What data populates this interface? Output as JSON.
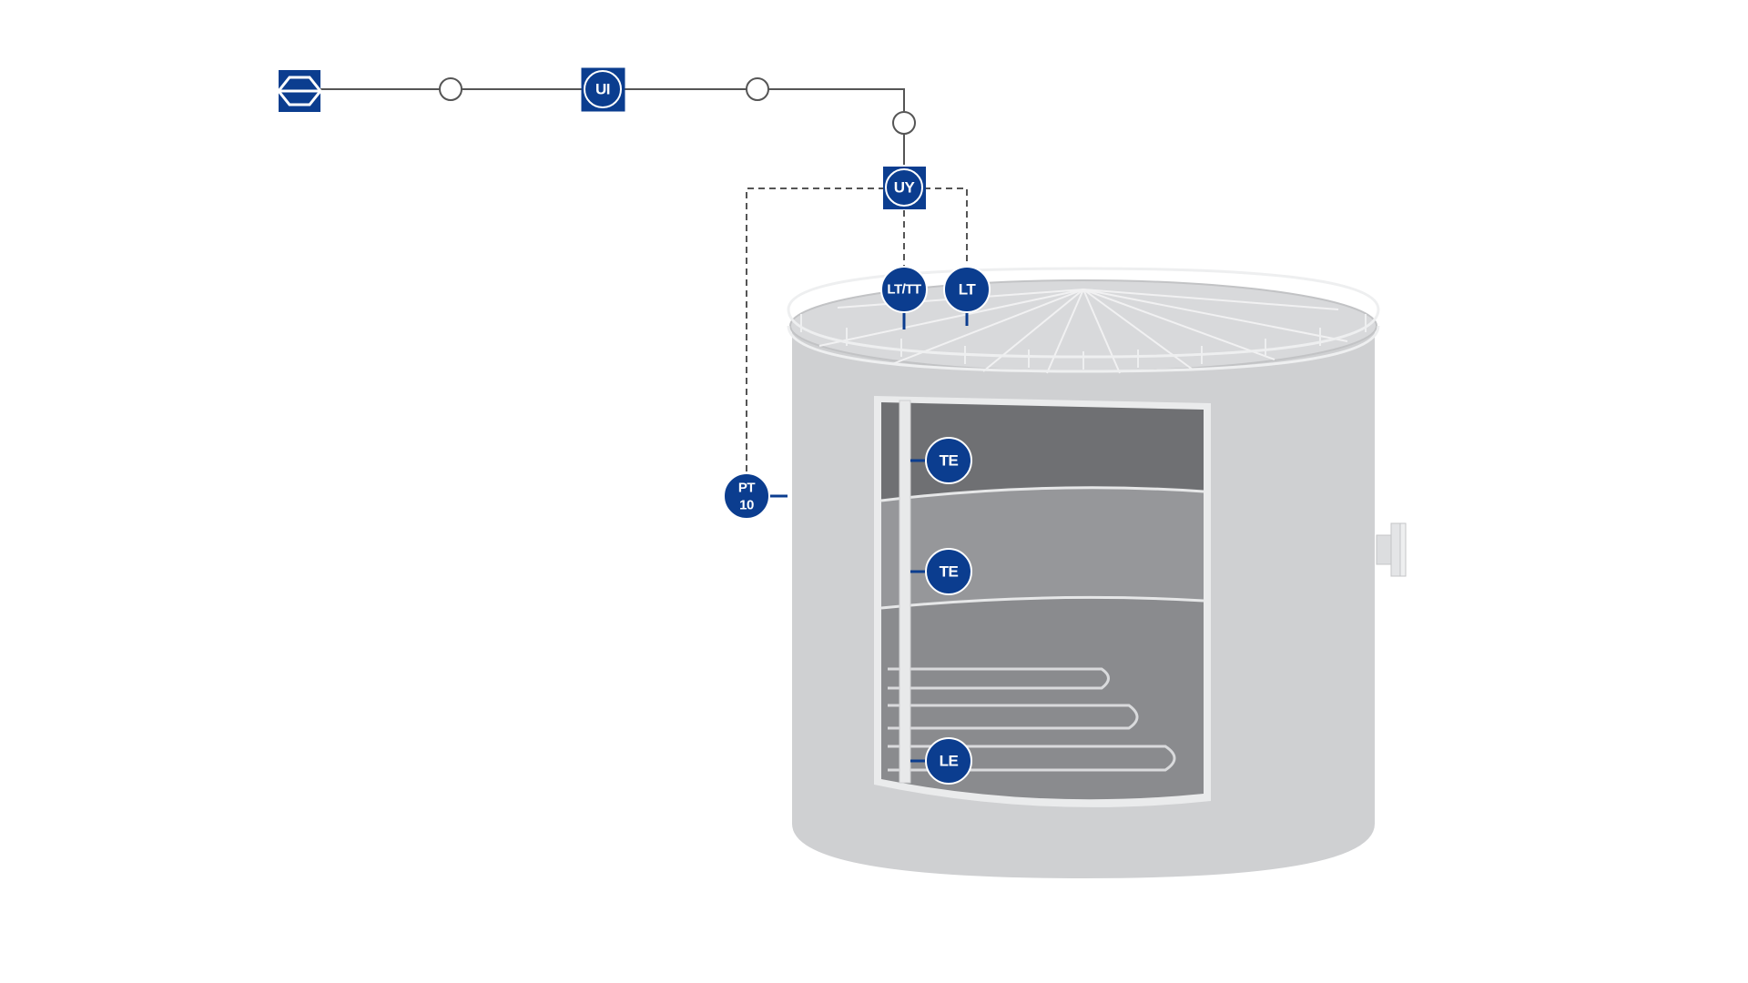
{
  "colors": {
    "accent": "#0b3d8f",
    "line": "#555555",
    "tank_body": "#cfd0d2",
    "tank_shadow": "#bdbec0",
    "cutaway_top": "#6f7073",
    "cutaway_mid": "#96979a",
    "cutaway_bottom": "#8a8b8e",
    "railing": "#e2e3e5",
    "background": "#ffffff"
  },
  "tags": {
    "ui": "UI",
    "uy": "UY",
    "lt_tt": "LT/TT",
    "lt": "LT",
    "pt_line1": "PT",
    "pt_line2": "10",
    "te_upper": "TE",
    "te_lower": "TE",
    "le": "LE"
  },
  "icons": {
    "host": "host-system-icon"
  }
}
